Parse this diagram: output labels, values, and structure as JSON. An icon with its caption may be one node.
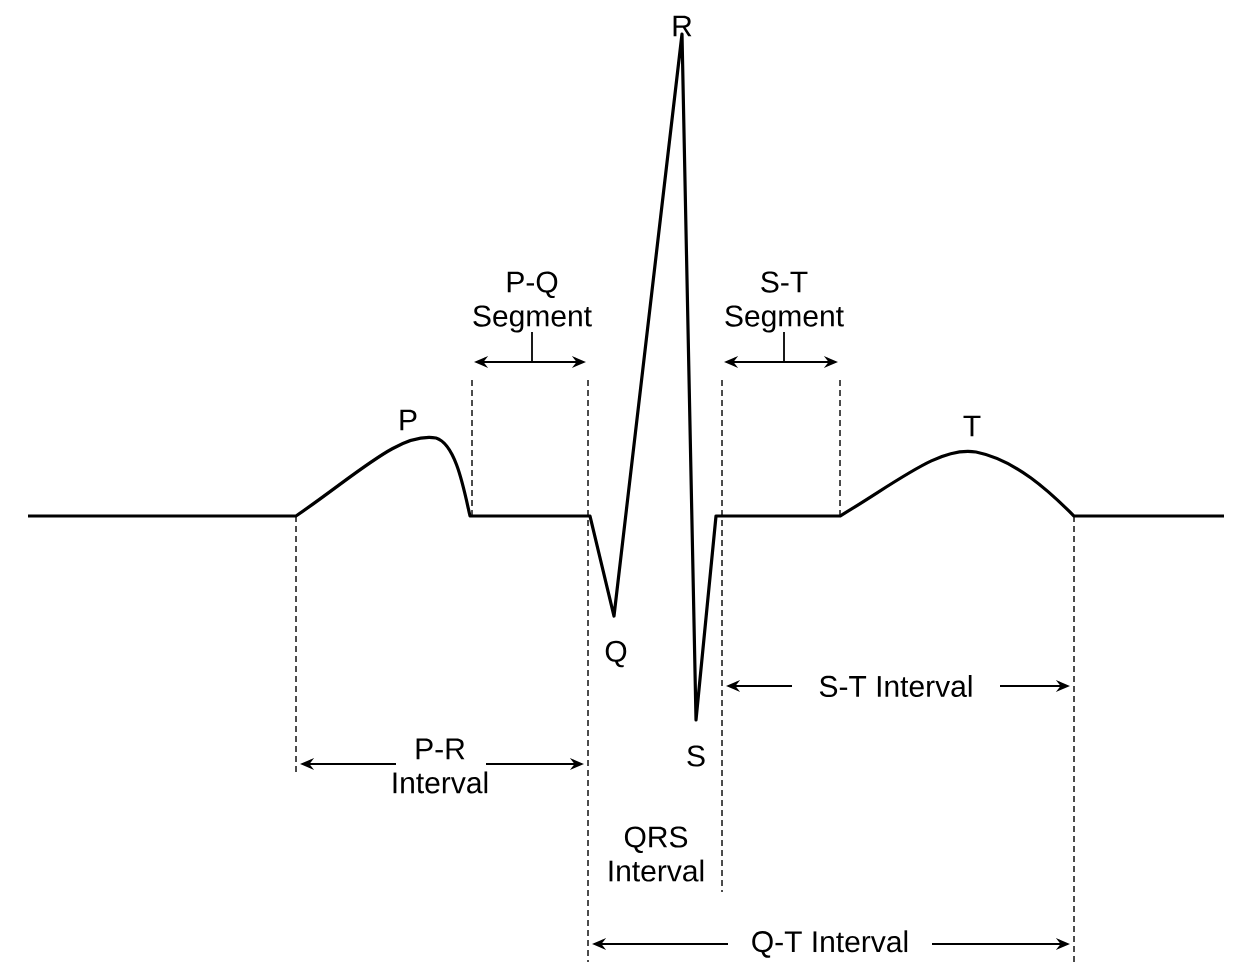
{
  "diagram": {
    "labels": [
      "R",
      "P-Q Segment",
      "S-T Segment",
      "P",
      "T",
      "Q",
      "S-T Interval",
      "S",
      "P-R Interval",
      "QRS Interval",
      "Q-T Interval"
    ]
  }
}
